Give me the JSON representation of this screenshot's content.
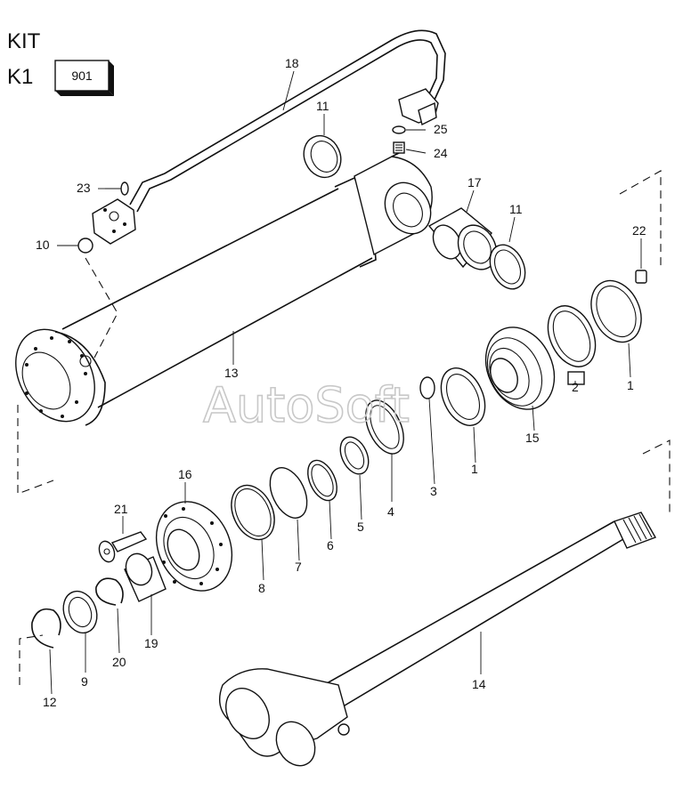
{
  "kit": {
    "kit_label": "KIT",
    "k1_label": "K1",
    "badge": "901"
  },
  "watermark": "AutoSoft",
  "callouts": {
    "p1a": "1",
    "p1b": "1",
    "p2": "2",
    "p3": "3",
    "p4": "4",
    "p5": "5",
    "p6": "6",
    "p7": "7",
    "p8": "8",
    "p9": "9",
    "p10": "10",
    "p11a": "11",
    "p11b": "11",
    "p12": "12",
    "p13": "13",
    "p14": "14",
    "p15": "15",
    "p16": "16",
    "p17": "17",
    "p18": "18",
    "p19": "19",
    "p20": "20",
    "p21": "21",
    "p22": "22",
    "p23": "23",
    "p24": "24",
    "p25": "25"
  }
}
